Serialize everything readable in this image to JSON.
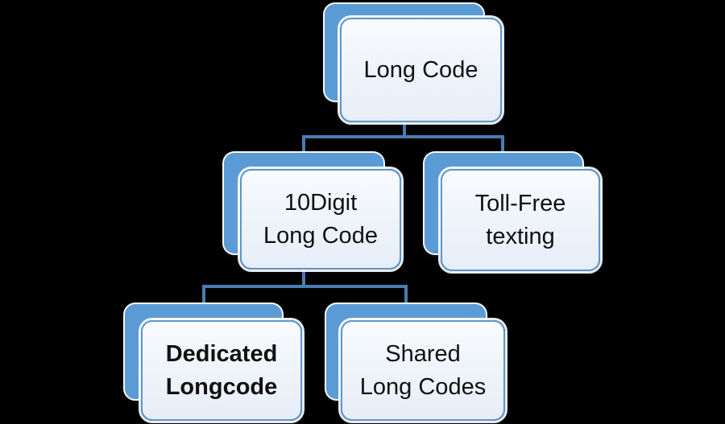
{
  "background": "#000000",
  "palette": {
    "shape_fill": "#5b9bd5",
    "front_fill_top": "#f8fbfe",
    "front_fill_bottom": "#e7eef8",
    "front_border": "#5b96cf",
    "back_outline": "#fdfdfe",
    "connector": "#4a7cb2",
    "text": "#111111"
  },
  "diagram": {
    "type": "hierarchy",
    "nodes": [
      {
        "id": "long-code",
        "lines": [
          "Long Code"
        ],
        "level": 1,
        "parent": null,
        "emphasis": "normal"
      },
      {
        "id": "ten-digit-long-code",
        "lines": [
          "10Digit",
          "Long Code"
        ],
        "level": 2,
        "parent": "long-code",
        "emphasis": "normal"
      },
      {
        "id": "toll-free-texting",
        "lines": [
          "Toll-Free",
          "texting"
        ],
        "level": 2,
        "parent": "long-code",
        "emphasis": "normal"
      },
      {
        "id": "dedicated-longcode",
        "lines": [
          "Dedicated",
          "Longcode"
        ],
        "level": 3,
        "parent": "ten-digit-long-code",
        "emphasis": "bold"
      },
      {
        "id": "shared-long-codes",
        "lines": [
          "Shared",
          "Long Codes"
        ],
        "level": 3,
        "parent": "ten-digit-long-code",
        "emphasis": "normal"
      }
    ]
  }
}
